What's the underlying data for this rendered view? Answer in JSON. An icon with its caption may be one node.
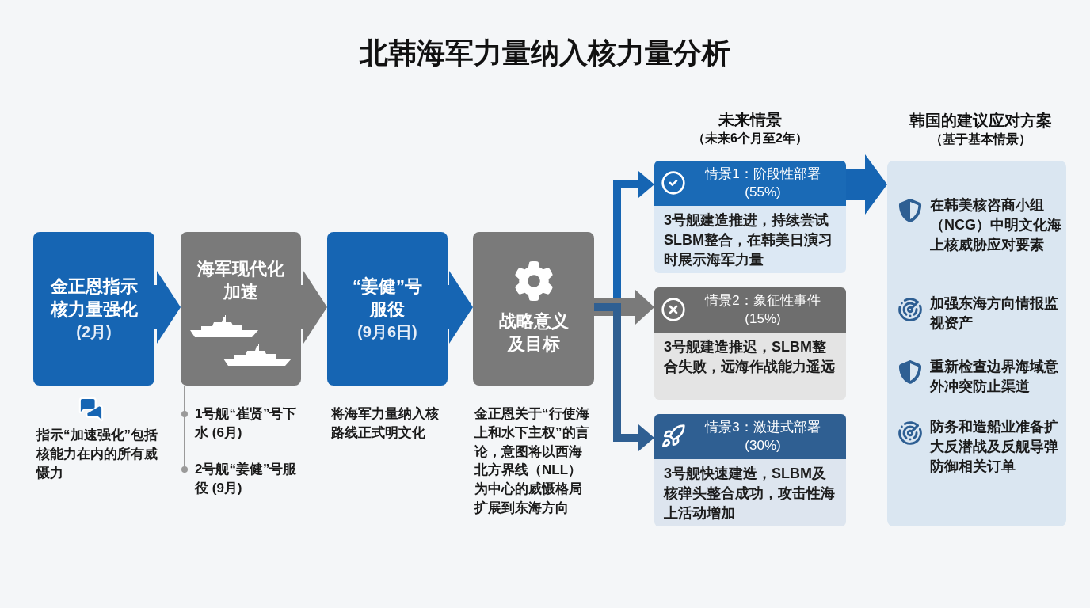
{
  "diagram": {
    "title": "北韩海军力量纳入核力量分析",
    "nodes": [
      {
        "text": [
          "金正恩指示核力量强化",
          "(2月)"
        ],
        "beside": [
          "指示“加速强化”包括核能力在内的所有威慑力"
        ]
      },
      {
        "text": [
          "海军现代化加速"
        ],
        "beside": [
          "1号舰“崔贤”号下水 (6月)",
          "2号舰“姜健”号服役 (9月)"
        ]
      },
      {
        "text": [
          "“姜健”号服役",
          "(9月6日)"
        ],
        "beside": [
          "将海军力量纳入核路线正式明文化"
        ]
      },
      {
        "text": [
          "战略意义及目标"
        ],
        "beside": [
          "金正恩关于“行使海上和水下主权”的言论，意图将以西海北方界线（NLL）为中心的威慑格局扩展到东海方向"
        ]
      },
      {
        "text": [
          "情景1：阶段性部署",
          "(55%)",
          "3号舰建造推进，持续尝试SLBM整合，在韩美日演习时展示海军力量"
        ]
      },
      {
        "text": [
          "情景2：象征性事件",
          "(15%)",
          "3号舰建造推迟，SLBM整合失败，远海作战能力遥远"
        ]
      },
      {
        "text": [
          "情景3：激进式部署",
          "(30%)",
          "3号舰快速建造，SLBM及核弹头整合成功，攻击性海上活动增加"
        ]
      },
      {
        "text": [
          "韩国的建议应对方案",
          "（基于基本情景）",
          "在韩美核咨商小组（NCG）中明文化海上核威胁应对要素",
          "加强东海方向情报监视资产",
          "重新检查边界海域意外冲突防止渠道",
          "防务和造船业准备扩大反潜战及反舰导弹防御相关订单"
        ]
      }
    ],
    "edges": [
      {
        "from": 0,
        "to": 1,
        "arrow": "to"
      },
      {
        "from": 1,
        "to": 2,
        "arrow": "to",
        "color": "#7a7a7a"
      },
      {
        "from": 2,
        "to": 3,
        "arrow": "to"
      },
      {
        "from": 3,
        "to": 4,
        "arrow": "to"
      },
      {
        "from": 3,
        "to": 5,
        "arrow": "to",
        "color": "#7a7a7a"
      },
      {
        "from": 3,
        "to": 6,
        "arrow": "to",
        "color": "#2f5f92"
      },
      {
        "from": 4,
        "to": 7,
        "arrow": "to"
      }
    ],
    "labels": [
      "未来情景",
      "（未来6个月至2年）"
    ]
  }
}
